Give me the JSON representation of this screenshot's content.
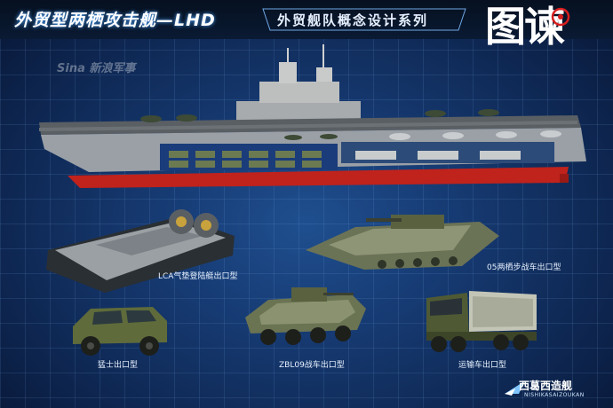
{
  "header": {
    "title": "外贸型两栖攻击舰—LHD",
    "subtitle": "外贸舰队概念设计系列",
    "logo_text": "图谏"
  },
  "watermark": {
    "text": "Sina 新浪军事"
  },
  "vehicles": [
    {
      "caption": "LCA气垫登陆艇出口型"
    },
    {
      "caption": "05两栖步战车出口型"
    },
    {
      "caption": "猛士出口型"
    },
    {
      "caption": "ZBL09战车出口型"
    },
    {
      "caption": "运输车出口型"
    }
  ],
  "brand": {
    "name": "西葛西造舰",
    "sub": "NISHIKASAIZOUKAN"
  },
  "colors": {
    "accent": "#4aa3ff",
    "hull_red": "#c0221c",
    "hull_grey": "#8f959c",
    "camo_green": "#5f6b3a",
    "logo_red": "#d81e1e"
  },
  "icons": [
    "warship-illustration",
    "hovercraft-illustration",
    "amphibious-tank-illustration",
    "suv-illustration",
    "apc-illustration",
    "truck-illustration",
    "brand-logo-icon"
  ]
}
